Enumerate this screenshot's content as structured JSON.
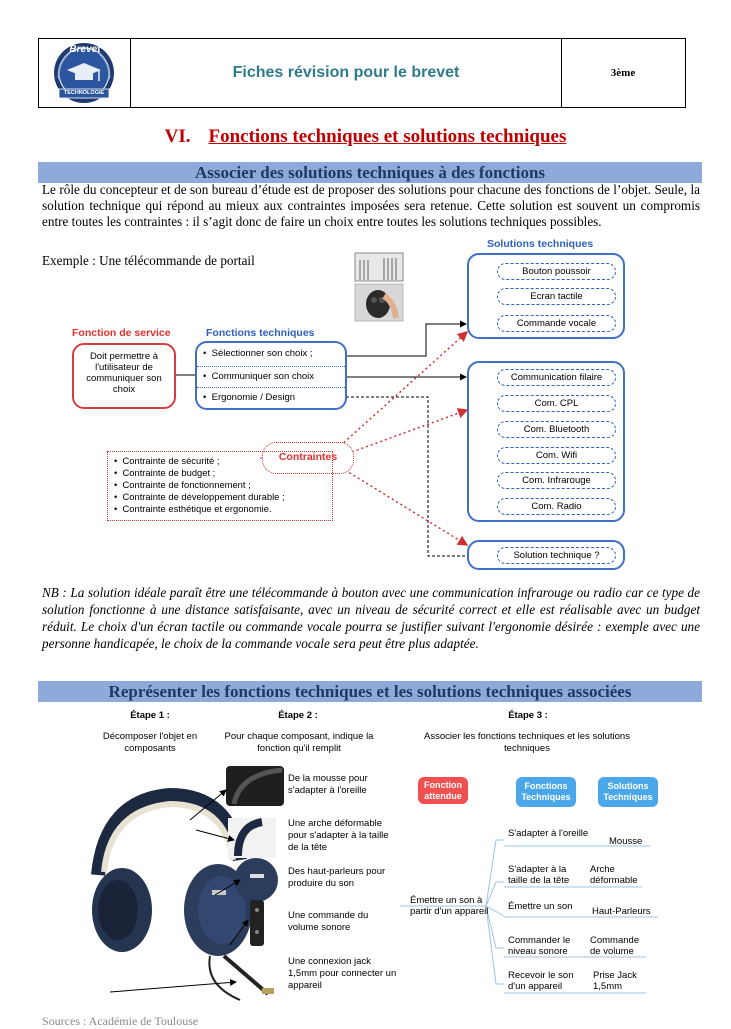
{
  "header": {
    "logo_text_top": "Brevet",
    "logo_text_bottom": "TECHNOLOGIE",
    "title": "Fiches révision pour le brevet",
    "level": "3ème"
  },
  "section": {
    "number": "VI.",
    "title": "Fonctions techniques et solutions techniques"
  },
  "part1": {
    "band": "Associer des solutions techniques à des fonctions",
    "paragraph": "Le rôle du concepteur et de son bureau d’étude est de proposer des solutions pour chacune des fonctions de l’objet. Seule, la solution technique qui répond au mieux aux contraintes imposées sera retenue. Cette solution est souvent un compromis entre toutes les contraintes : il s’agit donc de faire un choix entre toutes les solutions techniques possibles.",
    "example": "Exemple : Une télécommande  de portail",
    "diagram": {
      "fonction_service_label": "Fonction de service",
      "fonction_service_text": "Doit permettre à l'utilisateur de communiquer son choix",
      "fonctions_techniques_label": "Fonctions techniques",
      "fonctions_techniques": [
        "Sélectionner son choix ;",
        "Communiquer son choix",
        "Ergonomie / Design"
      ],
      "solutions_label": "Solutions techniques",
      "solutions_group1": [
        "Bouton poussoir",
        "Ecran tactile",
        "Commande vocale"
      ],
      "solutions_group2": [
        "Communication filaire",
        "Com. CPL",
        "Com. Bluetooth",
        "Com. Wifi",
        "Com. Infrarouge",
        "Com. Radio"
      ],
      "solution_question": "Solution technique ?",
      "contraintes_label": "Contraintes",
      "contraintes": [
        "Contrainte de sécurité ;",
        "Contrainte de budget ;",
        "Contrainte de fonctionnement ;",
        "Contrainte de développement durable ;",
        "Contrainte esthétique et ergonomie."
      ]
    },
    "nb": "NB : La solution idéale paraît être une télécommande à bouton avec une communication infrarouge ou radio car ce type de solution fonctionne à une distance satisfaisante, avec un niveau de sécurité correct et elle est réalisable avec un budget réduit. Le choix d'un écran tactile ou commande vocale pourra se justifier suivant l'ergonomie désirée : exemple avec une personne handicapée, le choix de la commande vocale sera peut être plus adaptée."
  },
  "part2": {
    "band": "Représenter les fonctions techniques et les solutions techniques associées",
    "steps": [
      {
        "title": "Étape 1 :",
        "desc": "Décomposer l'objet en composants"
      },
      {
        "title": "Étape 2 :",
        "desc": "Pour chaque composant, indique la fonction qu'il remplit"
      },
      {
        "title": "Étape 3 :",
        "desc": "Associer les fonctions techniques et les solutions techniques"
      }
    ],
    "components": [
      "De la mousse pour s'adapter à l'oreille",
      "Une arche déformable pour s'adapter à la taille de la tête",
      "Des haut-parleurs pour produire du son",
      "Une commande du volume sonore",
      "Une connexion jack 1,5mm pour connecter un appareil"
    ],
    "map": {
      "h_fonction": "Fonction attendue",
      "h_techniques": "Fonctions Techniques",
      "h_solutions": "Solutions Techniques",
      "root": "Émettre un son à partir d'un appareil",
      "rows": [
        {
          "ft": "S'adapter à l'oreille",
          "st": "Mousse"
        },
        {
          "ft": "S'adapter à la taille de la tête",
          "st": "Arche déformable"
        },
        {
          "ft": "Émettre un son",
          "st": "Haut-Parleurs"
        },
        {
          "ft": "Commander le niveau sonore",
          "st": "Commande de volume"
        },
        {
          "ft": "Recevoir le son d'un appareil",
          "st": "Prise Jack 1,5mm"
        }
      ],
      "colors": {
        "fonction": "#f05050",
        "techniques": "#4aa8ea",
        "solutions": "#4aa8ea"
      }
    }
  },
  "source": "Sources : Académie de Toulouse"
}
